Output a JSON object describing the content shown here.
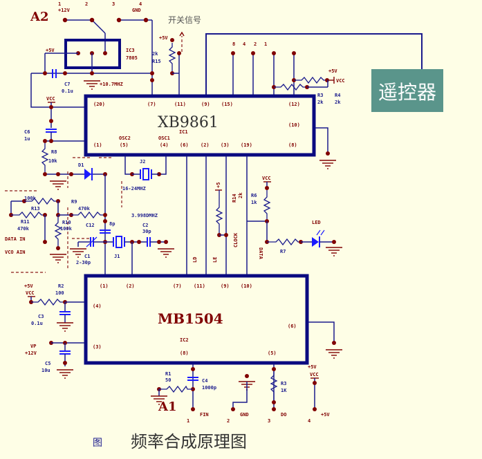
{
  "connector_a2": {
    "label": "A2",
    "pin_numbers": [
      "1",
      "2",
      "3",
      "4"
    ],
    "pin_names": [
      "+12V",
      "GND"
    ]
  },
  "ic3": {
    "ref": "IC3",
    "part": "7805",
    "in_label": "+5V",
    "freq_label": "+10.7MHZ"
  },
  "switch_signal": "开关信号",
  "r15": {
    "ref": "R15",
    "value": "2k",
    "supply": "+5V"
  },
  "c7": {
    "ref": "C7",
    "value": "0.1u"
  },
  "c6": {
    "ref": "C6",
    "value": "1u"
  },
  "vcc_label": "VCC",
  "keypad_pins": [
    "8",
    "4",
    "2",
    "1"
  ],
  "r3": {
    "ref": "R3",
    "value": "2k"
  },
  "r4": {
    "ref": "R4",
    "value": "2k"
  },
  "r_supply": "+5V",
  "remote": {
    "label": "遥控器",
    "color": "#5a958b"
  },
  "ic1": {
    "name": "XB9861",
    "ref": "IC1",
    "top_pins": [
      "(20)",
      "(7)",
      "(11)",
      "(9)",
      "(15)",
      "(12)"
    ],
    "right_pins": [
      "(10)",
      "(8)"
    ],
    "bottom_pins": [
      "(1)",
      "(5)",
      "(4)",
      "(6)",
      "(2)",
      "(3)",
      "(19)"
    ],
    "osc_labels": [
      "OSC2",
      "OSC1"
    ]
  },
  "r8": {
    "ref": "R8",
    "value": "10k"
  },
  "d1": {
    "ref": "D1"
  },
  "j2": {
    "ref": "J2",
    "freq": "16-24MHZ"
  },
  "r9": {
    "ref": "R9",
    "value": "470k"
  },
  "r13": {
    "ref": "R13",
    "value": "100k"
  },
  "r11": {
    "ref": "R11",
    "value": "470k"
  },
  "r10": {
    "ref": "R10",
    "value": "100k"
  },
  "c12": {
    "ref": "C12",
    "value": "8p"
  },
  "c1": {
    "ref": "C1",
    "value": "2-30p"
  },
  "j1": {
    "ref": "J1",
    "freq": "3.998DMHZ"
  },
  "c2": {
    "ref": "C2",
    "value": "30p"
  },
  "data_in": "DATA IN",
  "vco_ain": "VCO AIN",
  "r14": {
    "ref": "R14",
    "value": "2k",
    "supply": "+5"
  },
  "r6": {
    "ref": "R6",
    "value": "1k"
  },
  "r7": {
    "ref": "R7"
  },
  "led": {
    "ref": "LED"
  },
  "signal_labels": {
    "ld": "LD",
    "le": "LE",
    "clock": "CLOCK",
    "data": "DATA"
  },
  "ic2": {
    "name": "MB1504",
    "ref": "IC2",
    "top_pins": [
      "(1)",
      "(2)",
      "(7)",
      "(11)",
      "(9)",
      "(10)"
    ],
    "left_pins": [
      "(4)",
      "(3)"
    ],
    "right_pins": [
      "(6)"
    ],
    "bottom_pins": [
      "(8)",
      "(5)"
    ]
  },
  "r2": {
    "ref": "R2",
    "value": "100",
    "supply": "+5V"
  },
  "c_left1": {
    "ref": "C3",
    "value": "0.1u"
  },
  "vp": {
    "name": "VP",
    "value": "+12V"
  },
  "c_left2": {
    "ref": "C5",
    "value": "10u"
  },
  "r1": {
    "ref": "R1",
    "value": "50"
  },
  "c4": {
    "ref": "C4",
    "value": "1000p"
  },
  "r_bottom": {
    "ref": "R3",
    "value": "1K"
  },
  "bottom_supply": "+5V",
  "connector_a1": {
    "label": "A1",
    "pin_numbers": [
      "1",
      "2",
      "3",
      "4"
    ],
    "pin_names": [
      "FIN",
      "GND",
      "DO",
      "+5V"
    ]
  },
  "caption": {
    "figure_icon": "图",
    "title": "频率合成原理图"
  }
}
